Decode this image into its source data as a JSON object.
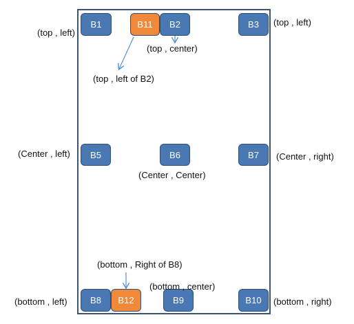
{
  "buttons": {
    "b1": "B1",
    "b11": "B11",
    "b2": "B2",
    "b3": "B3",
    "b5": "B5",
    "b6": "B6",
    "b7": "B7",
    "b8": "B8",
    "b12": "B12",
    "b9": "B9",
    "b10": "B10"
  },
  "labels": {
    "top_left": "(top , left)",
    "top_left_b3": "(top , left)",
    "top_center": "(top , center)",
    "top_left_of_b2": "(top , left of B2)",
    "center_left": "(Center , left)",
    "center_center": "(Center , Center)",
    "center_right": "(Center , right)",
    "bottom_right_of_b8": "(bottom , Right of B8)",
    "bottom_center": "(bottom , center)",
    "bottom_left": "(bottom , left)",
    "bottom_right": "(bottom , right)"
  },
  "colors": {
    "button_blue": "#4a78b2",
    "button_orange": "#f08a3a",
    "border": "#3b5571",
    "arrow": "#5b8fd0"
  }
}
